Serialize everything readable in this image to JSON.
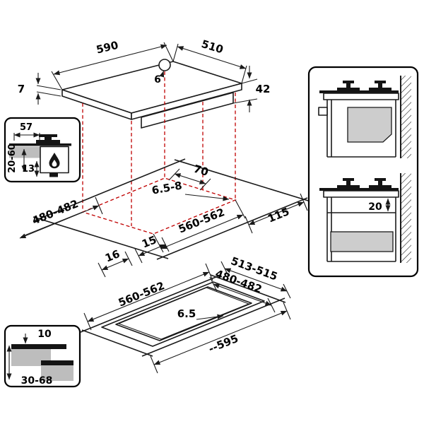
{
  "hob_view": {
    "width": "590",
    "depth": "510",
    "burner_marker": "6",
    "glass_thickness": "7",
    "total_height": "42"
  },
  "profile_inset": {
    "burner_width": "57",
    "worktop_thickness_range": "20-60",
    "connection_offset": "13"
  },
  "cutout_view": {
    "rear_clearance": "70",
    "edge_gap": "6.5-8",
    "cutout_depth": "480-482",
    "side_clearance": "115",
    "cutout_width": "560-562",
    "front_overhang": "15",
    "side_overhang": "16"
  },
  "flush_cutout_view": {
    "recess_depth": "513-515",
    "cutout_depth": "480-482",
    "cutout_width": "560-562",
    "recess_step": "6.5",
    "recess_width": "--595"
  },
  "worktop_inset": {
    "panel_thickness": "10",
    "thickness_range": "30-68"
  },
  "cabinet_view": {
    "shelf_clearance": "20"
  },
  "colors": {
    "projection_line": "#c00000",
    "fill_gray": "#bdbdbd",
    "panel_gray": "#cdcdcd"
  }
}
